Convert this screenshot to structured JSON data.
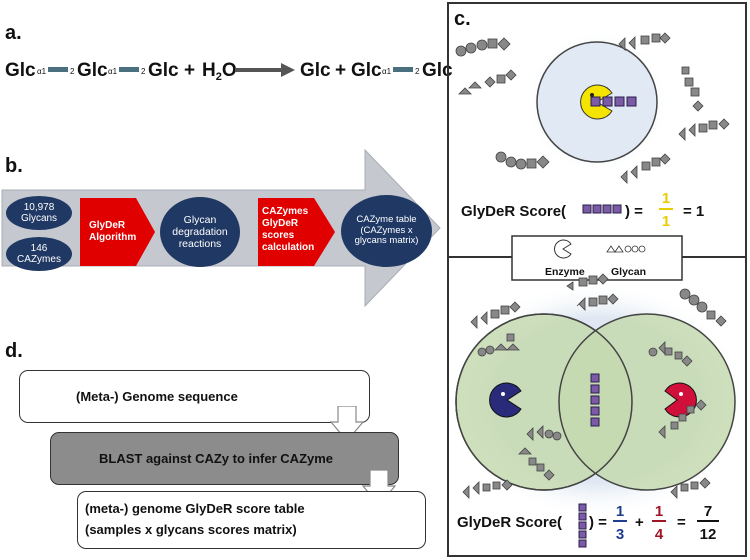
{
  "panel_a": {
    "label": "a.",
    "glc": "Glc",
    "link_left": "α1",
    "link_right": "2",
    "plus": "+",
    "water": "H",
    "water_sub": "2",
    "water_o": "O"
  },
  "panel_b": {
    "label": "b.",
    "glycans_count": "10,978",
    "glycans_label": "Glycans",
    "cazymes_count": "146",
    "cazymes_label": "CAZymes",
    "algo_line1": "GlyDeR",
    "algo_line2": "Algorithm",
    "reactions_line1": "Glycan",
    "reactions_line2": "degradation",
    "reactions_line3": "reactions",
    "calc_line1": "CAZymes",
    "calc_line2": "GlyDeR",
    "calc_line3": "scores",
    "calc_line4": "calculation",
    "table_line1": "CAZyme table",
    "table_line2": "(CAZymes x",
    "table_line3": "glycans matrix)"
  },
  "panel_c": {
    "label": "c.",
    "score_label": "GlyDeR Score(",
    "score_close": ") =",
    "score_top_num": "1",
    "score_top_den": "1",
    "score_top_result": "= 1",
    "legend_enzyme": "Enzyme",
    "legend_glycan": "Glycan",
    "score_bottom_label": "GlyDeR Score(",
    "score_bottom_close": ") =",
    "frac1_num": "1",
    "frac1_den": "3",
    "plus": "+",
    "frac2_num": "1",
    "frac2_den": "4",
    "equals": "=",
    "frac3_num": "7",
    "frac3_den": "12"
  },
  "panel_d": {
    "label": "d.",
    "step1": "(Meta-) Genome sequence",
    "step2": "BLAST against CAZy to infer CAZyme",
    "step3_line1": "(meta-) genome GlyDeR score table",
    "step3_line2": "(samples x glycans scores matrix)"
  },
  "colors": {
    "navy": "#1f3864",
    "red": "#e00000",
    "gray_arrow": "#c5c8cf",
    "purple": "#7b5aa6",
    "yellow": "#f5e400",
    "enzyme_blue": "#2a2a7a",
    "enzyme_red": "#d0103a",
    "green_circle": "#c6d9b0",
    "fraction_yellow": "#e8cc00",
    "fraction_blue": "#1f3f8c",
    "fraction_red": "#a01525"
  }
}
